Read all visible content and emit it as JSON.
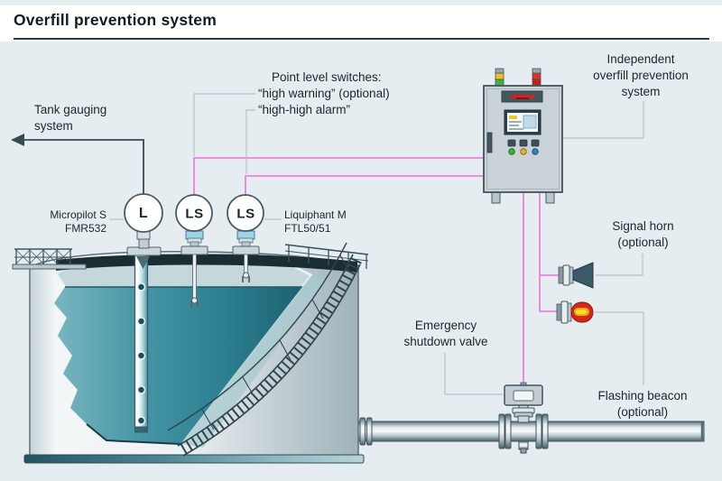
{
  "header": {
    "title": "Overfill prevention system"
  },
  "diagram": {
    "tank_gauging_label": "Tank gauging\nsystem",
    "point_level": {
      "title": "Point level switches:",
      "high_warning": "“high warning” (optional)",
      "high_high": "“high-high alarm”"
    },
    "sensors": {
      "micropilot_label": "Micropilot S\nFMR532",
      "liquiphant_label": "Liquiphant M\nFTL50/51",
      "level_transmitter": "L",
      "level_switch_1": "LS",
      "level_switch_2": "LS"
    },
    "control_panel_label": "Independent\noverfill prevention\nsystem",
    "signal_horn_label": "Signal horn\n(optional)",
    "flashing_beacon_label": "Flashing beacon\n(optional)",
    "emergency_valve_label": "Emergency\nshutdown valve",
    "colors": {
      "background": "#e5edf1",
      "signal_line": "#f26fd9",
      "leader_line": "#b5c3c9",
      "gauging_line": "#3a4a52",
      "liquid": "#2e8496",
      "alarm_red": "#d42818",
      "warning_yellow": "#f0c020",
      "ok_green": "#3db53d"
    }
  }
}
